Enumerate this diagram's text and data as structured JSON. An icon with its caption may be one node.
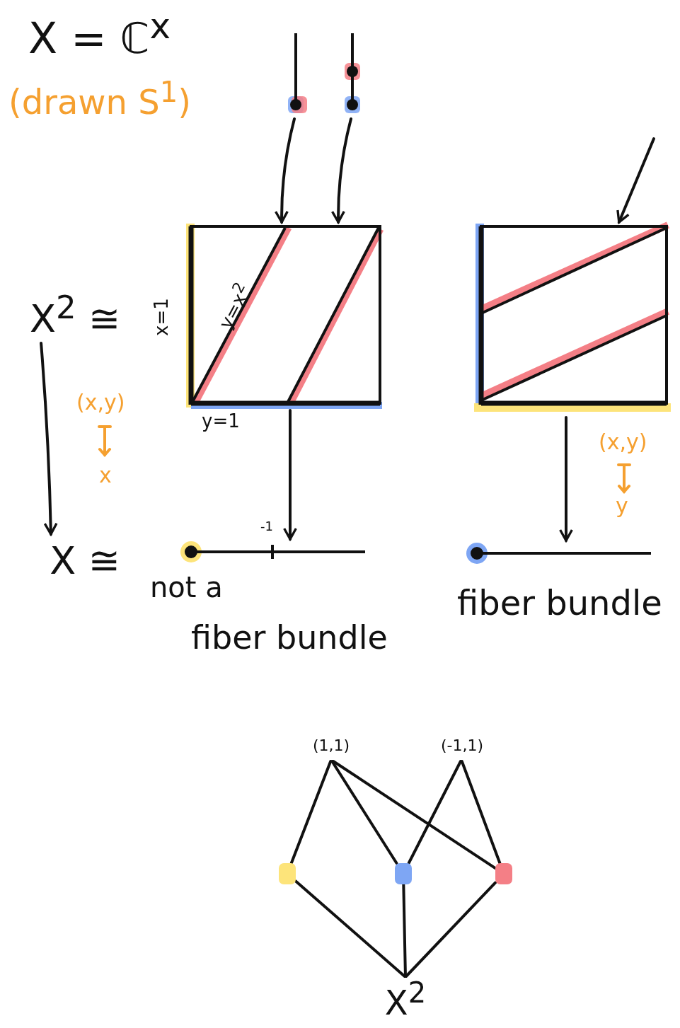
{
  "diagram": {
    "nodes": [
      {
        "text": [],
        "shape": "picture"
      },
      {
        "text": [],
        "shape": "picture"
      },
      {
        "text": [
          "y=x$^{2}$"
        ],
        "beside": [
          "x=1",
          "y=1"
        ]
      },
      {
        "text": [],
        "shape": "box"
      },
      {
        "text": [
          "X$^{2}$ ≅"
        ]
      },
      {
        "text": [
          "X ≅"
        ]
      },
      {
        "text": [],
        "shape": "bar",
        "beside": [
          "-1",
          "not a",
          "fiber bundle"
        ]
      },
      {
        "text": [],
        "shape": "bar",
        "beside": [
          "fiber bundle"
        ]
      },
      {
        "text": [
          "(1,1)"
        ]
      },
      {
        "text": [
          "(-1,1)"
        ]
      },
      {
        "text": [],
        "shape": "box"
      },
      {
        "text": [],
        "shape": "box"
      },
      {
        "text": [],
        "shape": "box"
      },
      {
        "text": [
          "X$^{2}$"
        ]
      }
    ],
    "edges": [
      {
        "from": 0,
        "to": 2,
        "arrow": "to"
      },
      {
        "from": 1,
        "to": 2,
        "arrow": "to"
      },
      {
        "from": null,
        "to": 3,
        "arrow": "to"
      },
      {
        "from": 4,
        "to": 5,
        "arrow": "to"
      },
      {
        "from": 2,
        "to": 6,
        "arrow": "to"
      },
      {
        "from": 3,
        "to": 7,
        "arrow": "to"
      },
      {
        "from": 8,
        "to": 10,
        "arrow": "none"
      },
      {
        "from": 8,
        "to": 11,
        "arrow": "none"
      },
      {
        "from": 8,
        "to": 12,
        "arrow": "none"
      },
      {
        "from": 9,
        "to": 11,
        "arrow": "none"
      },
      {
        "from": 9,
        "to": 12,
        "arrow": "none"
      },
      {
        "from": 10,
        "to": 13,
        "arrow": "none"
      },
      {
        "from": 11,
        "to": 13,
        "arrow": "none"
      },
      {
        "from": 12,
        "to": 13,
        "arrow": "none"
      }
    ],
    "labels": [
      "X = ℂ$^{x}$",
      "(drawn S$^{1}$)",
      "(x,y)",
      "x",
      "(x,y)",
      "y"
    ]
  }
}
